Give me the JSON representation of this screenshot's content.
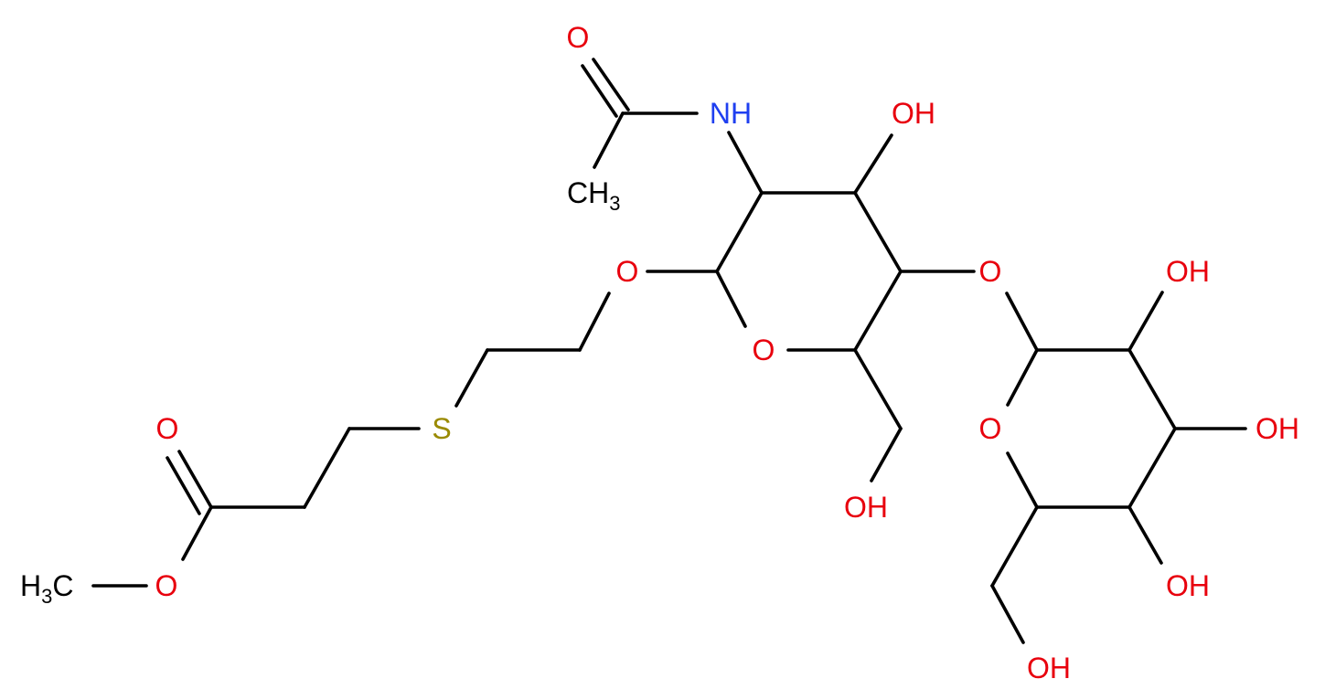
{
  "colors": {
    "bond": "#000000",
    "O": "#e8000d",
    "N": "#1f3ff0",
    "S": "#9a8a00",
    "C": "#000000"
  },
  "atoms": {
    "o_acetyl": "O",
    "nh": "NH",
    "ch3_acetyl": "CH3",
    "ch3_acetyl_main": "CH",
    "ch3_acetyl_sub": "3",
    "oh_c3": "OH",
    "o_glyco": "O",
    "o_ring1": "O",
    "oh_c6": "OH",
    "s": "S",
    "o_ester_carbonyl": "O",
    "o_ester": "O",
    "h3c_main": "H",
    "h3c_sub": "3",
    "h3c_end": "C",
    "o_link": "O",
    "o_ring2": "O",
    "oh_r2_top": "OH",
    "oh_r2_mid": "OH",
    "oh_r2_low": "OH",
    "oh_r2_ch2": "OH"
  }
}
